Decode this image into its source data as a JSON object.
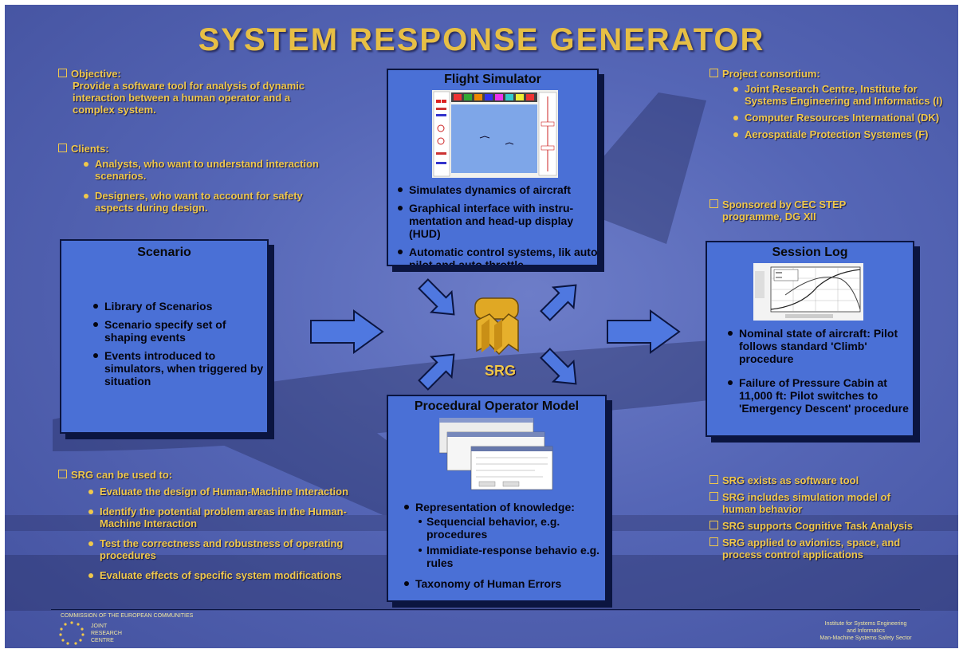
{
  "title": "SYSTEM RESPONSE GENERATOR",
  "objective": {
    "heading": "Objective:",
    "text": "Provide a software tool for analysis of dynamic interaction between a human operator and a complex system."
  },
  "clients": {
    "heading": "Clients:",
    "items": [
      "Analysts, who want to understand interaction scenarios.",
      "Designers, who want to account for safety aspects during design."
    ]
  },
  "consortium": {
    "heading": "Project consortium:",
    "items": [
      "Joint Research Centre, Institute for Systems Engineering and Informatics (I)",
      "Computer Resources International (DK)",
      "Aerospatiale Protection Systemes (F)"
    ]
  },
  "sponsored": "Sponsored by CEC STEP programme, DG XII",
  "scenario": {
    "title": "Scenario",
    "items": [
      "Library of Scenarios",
      "Scenario specify set of shaping events",
      "Events introduced to simulators, when triggered by situation"
    ]
  },
  "flight_simulator": {
    "title": "Flight Simulator",
    "items": [
      "Simulates dynamics of aircraft",
      "Graphical interface with instru-mentation and head-up display (HUD)",
      "Automatic control systems, lik auto pilot and auto throttle"
    ]
  },
  "session_log": {
    "title": "Session Log",
    "items": [
      "Nominal state of aircraft: Pilot follows standard 'Climb' procedure",
      "Failure of Pressure Cabin at 11,000 ft: Pilot switches to 'Emergency Descent' procedure"
    ]
  },
  "pom": {
    "title": "Procedural Operator Model",
    "item1": "Representation of knowledge:",
    "sub1": "Sequencial behavior, e.g. procedures",
    "sub2": "Immidiate-response behavio e.g. rules",
    "item2": "Taxonomy of Human Errors"
  },
  "srg_label": "SRG",
  "uses": {
    "heading": "SRG can be used to:",
    "items": [
      "Evaluate the design of Human-Machine Interaction",
      "Identify the potential problem areas in the Human-Machine Interaction",
      "Test the correctness and robustness of operating procedures",
      "Evaluate effects of specific system modifications"
    ]
  },
  "facts": [
    "SRG exists as software tool",
    "SRG includes simulation model of human behavior",
    "SRG supports Cognitive Task Analysis",
    "SRG applied to avionics, space, and process control applications"
  ],
  "footer": {
    "commission": "COMMISSION OF THE EUROPEAN COMMUNITIES",
    "jrc_lines": [
      "JOINT",
      "RESEARCH",
      "CENTRE"
    ],
    "institute_lines": [
      "Institute for Systems Engineering",
      "and Informatics",
      "Man-Machine Systems Safety Sector"
    ]
  },
  "colors": {
    "background": "#5566b6",
    "title": "#e7bf45",
    "box": "#4a70d6",
    "box_shadow": "#0b1540",
    "accent_text": "#f0c84b"
  }
}
